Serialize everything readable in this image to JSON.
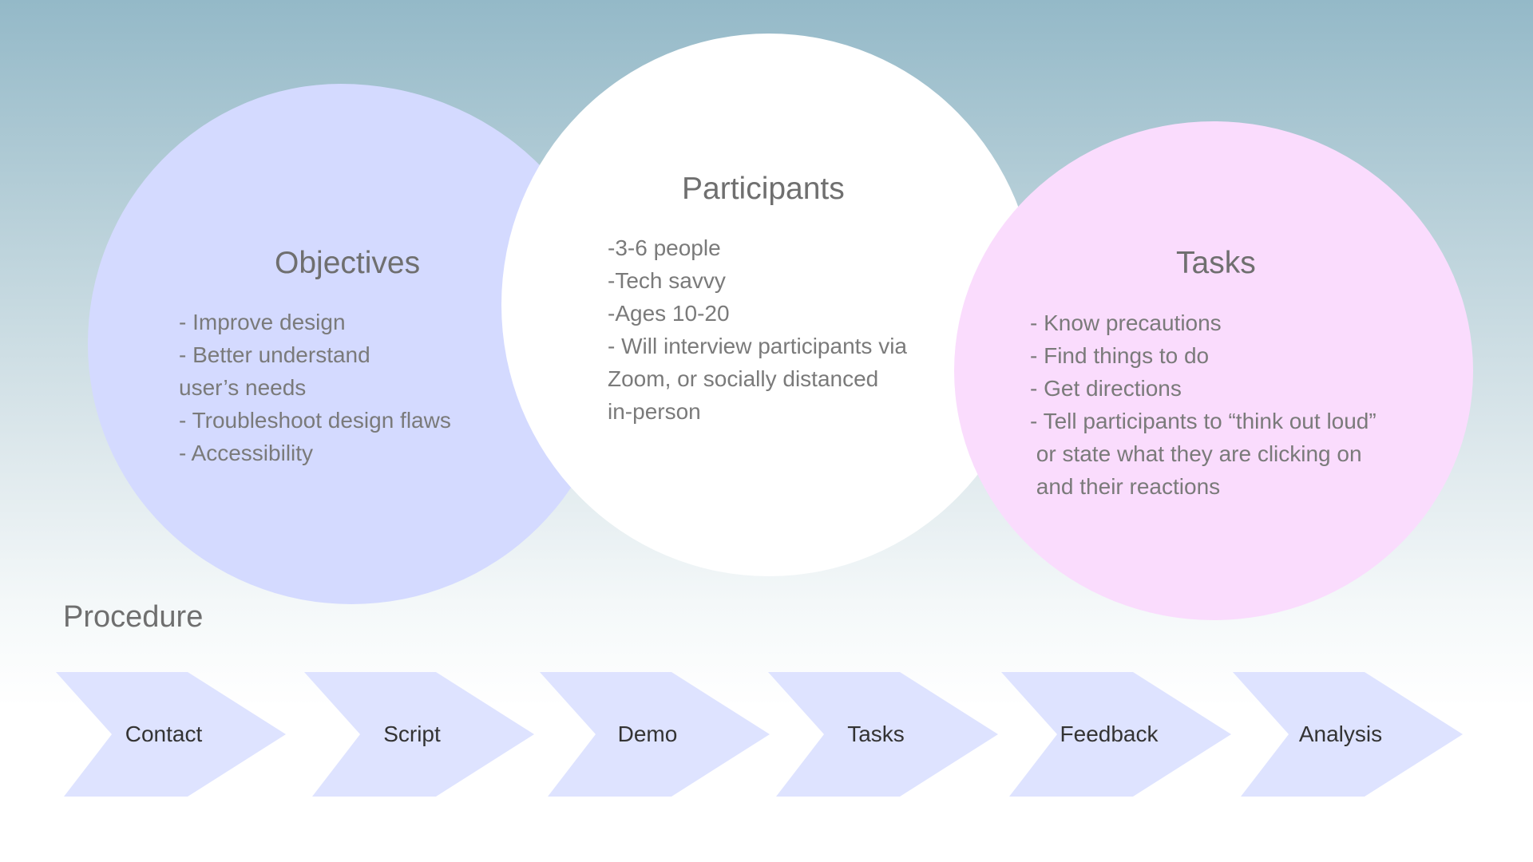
{
  "objectives": {
    "title": "Objectives",
    "items": [
      "- Improve design",
      "- Better understand",
      "user’s needs",
      "- Troubleshoot design flaws",
      "- Accessibility"
    ]
  },
  "participants": {
    "title": "Participants",
    "items": [
      "-3-6 people",
      "-Tech savvy",
      "-Ages 10-20",
      "- Will interview participants via",
      "Zoom, or socially distanced",
      "in-person"
    ]
  },
  "tasks": {
    "title": "Tasks",
    "items": [
      "- Know precautions",
      "- Find things to do",
      "- Get directions",
      "- Tell participants to “think out loud”",
      " or state what they are clicking on",
      " and their reactions"
    ]
  },
  "procedure": {
    "title": "Procedure",
    "steps": [
      "Contact",
      "Script",
      "Demo",
      "Tasks",
      "Feedback",
      "Analysis"
    ]
  },
  "colors": {
    "objectives_fill": "#d4daff",
    "participants_fill": "#ffffff",
    "tasks_fill": "#fadcfd",
    "step_fill": "#dee3ff"
  }
}
